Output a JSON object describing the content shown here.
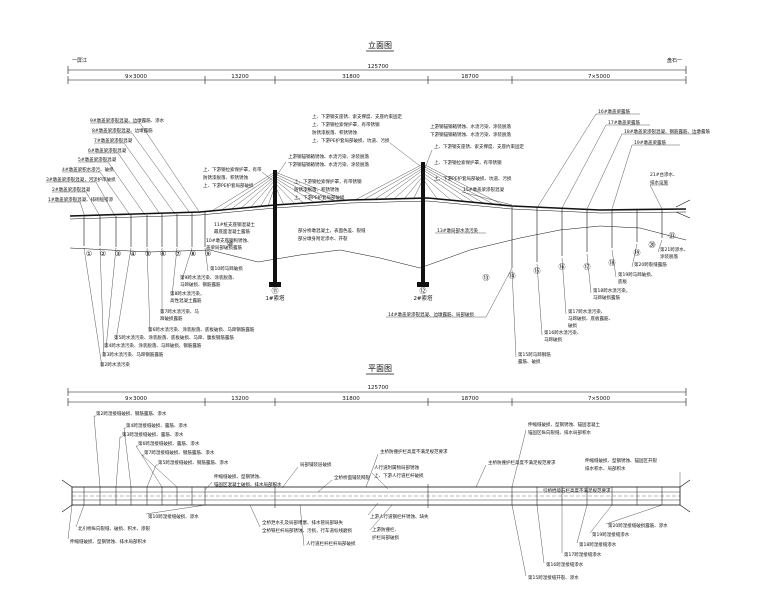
{
  "elevation": {
    "title": "立面图",
    "total_length": "125700",
    "end_left": "一屏江",
    "end_right": "盘石一",
    "spans": [
      "9×3000",
      "13200",
      "31800",
      "18700",
      "7×5000"
    ],
    "tower_labels": [
      "1#索塔",
      "2#索塔"
    ],
    "pier_numbers": [
      "①",
      "②",
      "③",
      "④",
      "⑤",
      "⑥",
      "⑦",
      "⑧",
      "⑨",
      "⑩",
      "⑪",
      "⑫",
      "⑬",
      "⑭",
      "⑮",
      "⑯",
      "⑰",
      "⑱",
      "⑲",
      "⑳",
      "㉑"
    ],
    "notes_top_left": [
      "9#墩盖梁渗裂混凝、边墩露筋、渗水",
      "8#墩盖梁渗裂混凝、边墩露筋",
      "7#墩盖梁渗裂混凝",
      "6#墩盖梁渗裂混凝",
      "5#墩盖梁渗裂混凝",
      "4#墩盖梁积水渗污、破损",
      "3#墩盖梁渗裂混凝，河流护岸破损",
      "2#墩盖梁渗裂混凝",
      "1#墩盖梁渗裂混凝、排砌船搭渗"
    ],
    "notes_tower1": [
      "上、下游钢拉索保护罩，有带",
      "防锈漆脱落、积锈锈蚀",
      "上、下游PE护套局部破损"
    ],
    "notes_tower1_lower": [
      "11#桩支座钢混凝土",
      "最底面混凝土露筋"
    ],
    "notes_center_top": [
      "上、下游钢支座锈、索支撑度、支座约束固定",
      "上、下游钢拉索保护罩，有带锈钢",
      "防锈漆脱落、积锈锈蚀",
      "上、下游PE护套局部破损、坑道、污损"
    ],
    "notes_center_mid": [
      "上游钢锚钢箱锈蚀、水渍污染、涂装脱落",
      "下游钢锚钢箱锈蚀、水渍污染、涂装脱落"
    ],
    "notes_center_low": [
      "上、下游钢拉索保护罩，有带锈钢",
      "防锈漆脱落、积锈锈蚀",
      "上、下游PE护套局部破损"
    ],
    "notes_center_bottom": [
      "部分桥墩混凝土，表面色差、裂缝",
      "部分墩身附近渗水、开裂"
    ],
    "notes_tower2": [
      "上游钢锚钢箱锈蚀、水渍污染、涂装脱落",
      "下游钢锚钢箱锈蚀、水渍污染、涂装脱落",
      "上、下游钢支座锈、索支撑度、支座约束固定",
      "上、下游钢拉索保护罩，有带锈钢",
      "上、下游PE护套局部破损、坑道、污损"
    ],
    "note_15_top": "15#墩盖梁渗裂混凝",
    "notes_right_top": [
      "16#墩盖梁露筋",
      "17#墩盖梁露筋",
      "18#墩盖梁渗裂混凝、钢筋露筋、边墩露筋",
      "19#墩盖梁露筋"
    ],
    "note_21_top": [
      "21#台渗水、",
      "排水设施"
    ],
    "note_13": "13#墩局部水渍污染",
    "note_14": "14#墩盖梁渗裂混凝、边墩露筋、局部破损",
    "notes_bottom_left": [
      "10#墩支座钢构锈蚀、",
      "盖梁局部破损露筋",
      "第10跨马蹄破损",
      "第9跨水渍污染、涂装脱落、",
      "马蹄破损、钢筋露筋",
      "第8跨水渍污染，",
      "高性混凝土露筋",
      "第7跨水渍污染、马",
      "蹄破损露筋",
      "第6跨水渍污染、涂装脱落、底板破损、马蹄钢筋露筋",
      "第5跨水渍污染、涂装脱落、底板破损、马蹄、腹板钢筋露筋",
      "第4跨水渍污染、涂装脱落、马蹄破损、钢筋露筋",
      "第3跨水渍污染、马蹄钢筋露筋",
      "第2跨水渍污染"
    ],
    "notes_bottom_right": [
      "第21跨渗水、",
      "涂装脱落",
      "第20跨裂缝露筋",
      "第19跨马蹄破损、",
      "底板",
      "第18跨水渍污染，",
      "马蹄破损露筋",
      "第17跨水渍污染、",
      "马蹄破损、底板露筋、",
      "破损",
      "第16跨水渍污染、",
      "马蹄破损",
      "第15跨马蹄钢筋",
      "露筋、破损"
    ]
  },
  "plan": {
    "title": "平面图",
    "total_length": "125700",
    "spans": [
      "9×3000",
      "13200",
      "31800",
      "18700",
      "7×5000"
    ],
    "notes_left": [
      "第2跨湿接缝破损、钢筋露筋、渗水",
      "第4跨湿接缝破损、露筋、渗水",
      "第3跨湿接缝破损、露筋、渗水",
      "第6跨湿接缝破损、露筋、渗水",
      "第7跨湿接缝破损、钢筋露筋、渗水",
      "第5跨湿接缝破损、钢筋露筋、渗水"
    ],
    "notes_left_mid": [
      "伸缩缝破损、型钢锈蚀、",
      "锚固区混凝土破损、排水局部积水"
    ],
    "note_expansion_small": "局部铺装层破损",
    "note_deck": "全桥桥面铺装网裂",
    "note_guardrail_top": "主桥防撞护栏高度不满足规范要求",
    "note_walk": [
      "人行道附属物局部锈蚀",
      "上、下游人行道栏杆破损"
    ],
    "note_walk_lower": "上游人行道钢栏杆锈蚀、缺失",
    "note_lamp": [
      "上游防撞栏、",
      "护栏局部破损"
    ],
    "note_lamp2": "人行道栏杆栏杆局部破损",
    "notes_left_bottom": [
      "第10跨湿接缝破损、渗水",
      "北引桥纵向裂缝、破损、积水、渗裂",
      "伸缩缝破损、型钢锈蚀、排水局部积水"
    ],
    "note_walk_bottom": [
      "全桥泄水孔及局部堵塞、排水管局部缺失",
      "全桥铁栏杆局部锈蚀、污损，行车道标线磨损"
    ],
    "notes_right_top": [
      "伸缩缝破损、型钢锈蚀、锚固混凝土",
      "锚固区纵向裂缝、排水局部积水"
    ],
    "note_guardrail_right": "主桥防撞护栏高度不满足规范要求",
    "notes_right_mid": [
      "伸缩缝破损、型钢锈蚀、锚固区开裂",
      "排水积水、局部积水"
    ],
    "note_side_wall": "引桥挡墙石栏高度不满足规范要求",
    "notes_right_bottom": [
      "第20跨湿接缝破损露筋、渗水",
      "第19跨湿接缝渗水",
      "第18跨湿接缝渗水",
      "第17跨湿接缝渗水",
      "第16跨湿接缝渗水",
      "第15跨湿接缝开裂、渗水"
    ]
  }
}
